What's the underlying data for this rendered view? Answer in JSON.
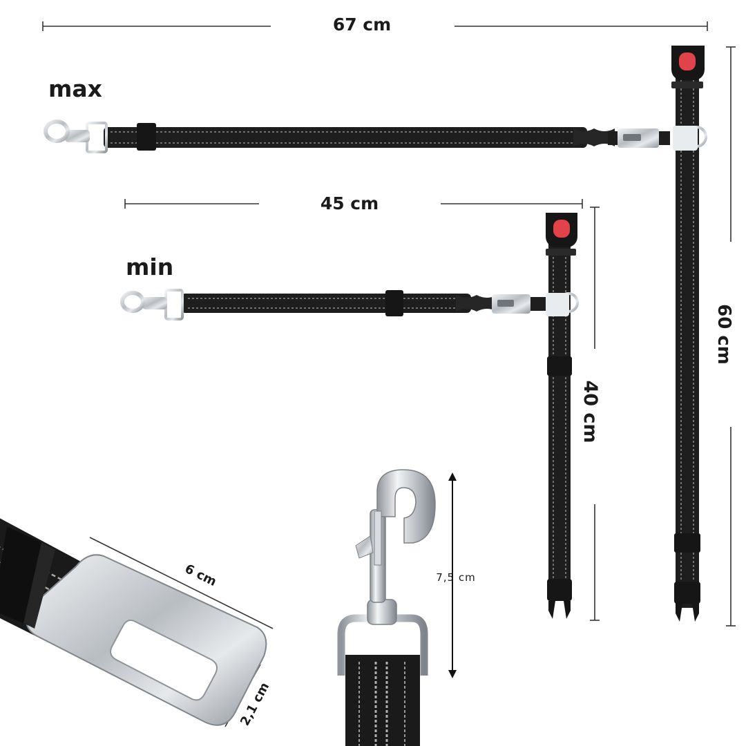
{
  "labels": {
    "max": "max",
    "min": "min",
    "max_length": "67 cm",
    "min_length": "45 cm",
    "max_drop": "60 cm",
    "min_drop": "40 cm",
    "hook_length": "7,5 cm",
    "clip_length": "6 cm",
    "clip_width": "2,1 cm"
  },
  "colors": {
    "strap": "#1e1e1e",
    "stitch": "#9a9a9a",
    "buckle_button": "#e2434a",
    "metal": "#c9cdd1",
    "dimension_line": "#333333",
    "text": "#1b1b1b"
  },
  "icons": {
    "hook": "snap-hook-icon",
    "buckle": "side-release-buckle-icon",
    "clip": "seatbelt-clip-icon"
  }
}
